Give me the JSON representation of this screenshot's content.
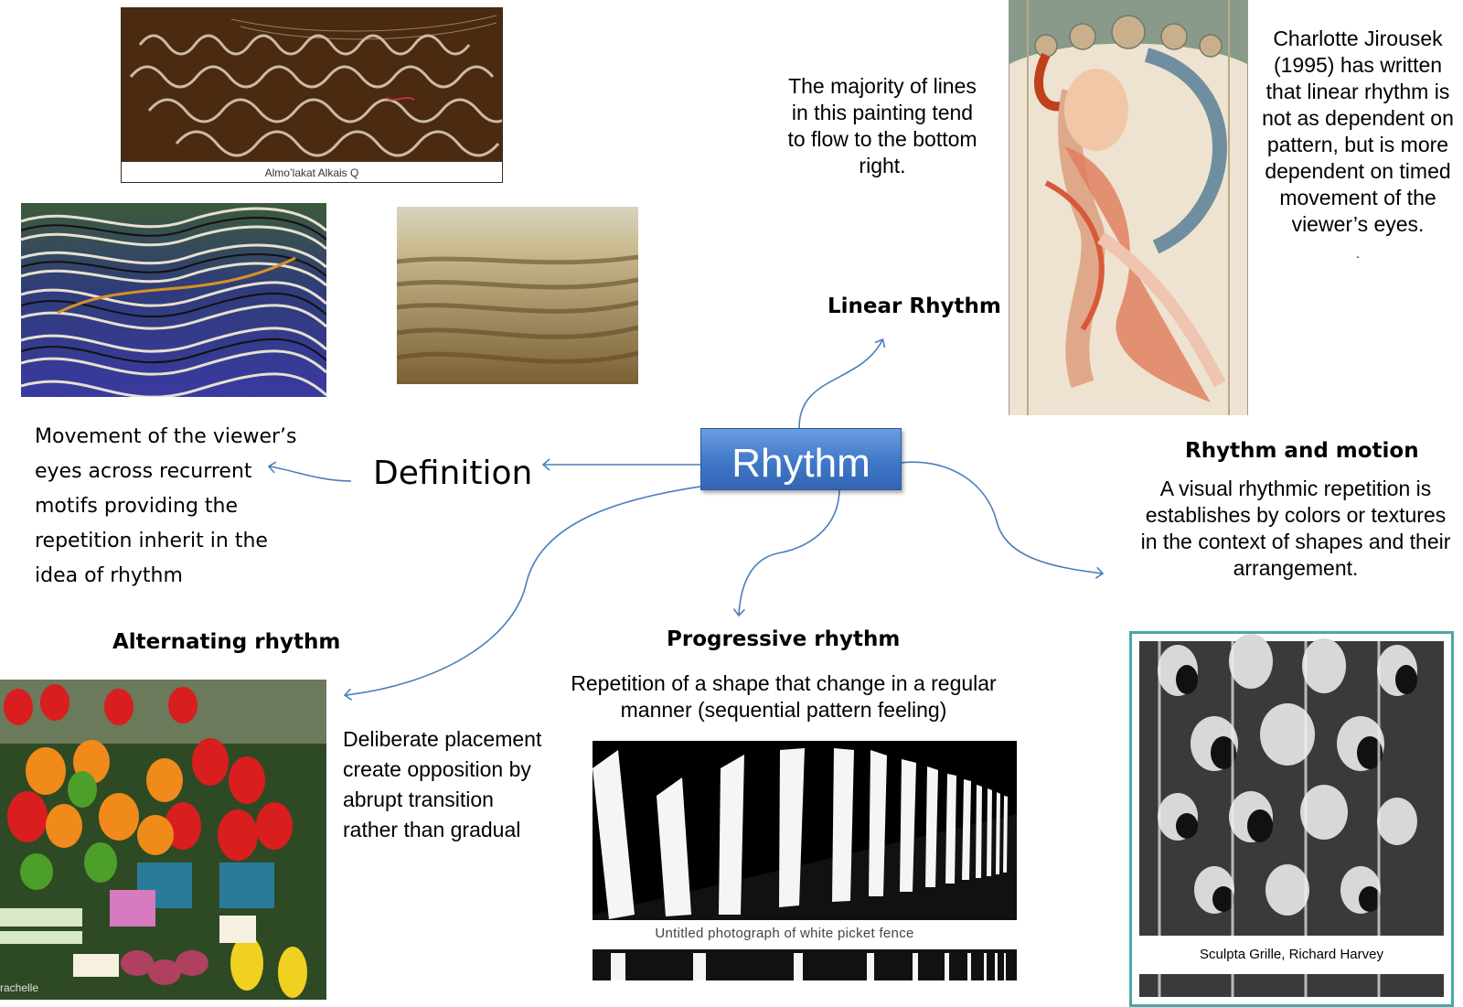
{
  "center": {
    "label": "Rhythm"
  },
  "definition": {
    "heading": "Definition",
    "body": "Movement of the viewer’s eyes across recurrent motifs providing the repetition inherit in the idea of rhythm"
  },
  "linear": {
    "heading": "Linear Rhythm",
    "note": "The majority of lines in this painting tend to flow to the bottom right.",
    "quote": "Charlotte Jirousek (1995) has written that linear rhythm is not as dependent on pattern, but is more dependent on timed movement of the viewer’s eyes.",
    "quote_tail": "."
  },
  "motion": {
    "heading": "Rhythm and motion",
    "body": "A visual rhythmic repetition is establishes by colors or textures in the context of shapes and their arrangement."
  },
  "progressive": {
    "heading": "Progressive rhythm",
    "body": "Repetition of a shape that change in a regular manner (sequential pattern feeling)",
    "caption": "Untitled photograph of white picket fence"
  },
  "alternating": {
    "heading": "Alternating rhythm",
    "body": "Deliberate placement create opposition by abrupt transition rather than gradual"
  },
  "images": {
    "calligraphy_caption": "Almo’lakat Alkais  Q",
    "grille_caption": "Sculpta Grille, Richard Harvey",
    "watermark": "rachelle"
  },
  "colors": {
    "arrow": "#4a7ebb",
    "node_fill": "#4a7fcb",
    "frame_teal": "#4aa8a8"
  }
}
